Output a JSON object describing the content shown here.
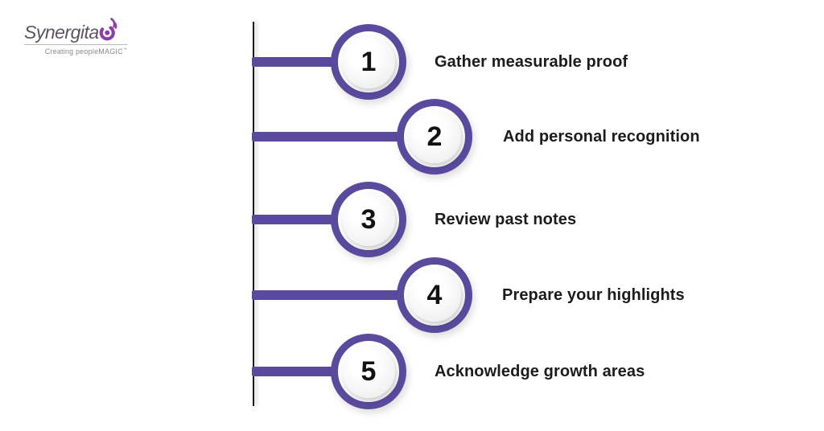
{
  "logo": {
    "brand": "Synergita",
    "tagline": "Creating peopleMAGIC",
    "trademark": "™",
    "icon": "swirl-flame-icon"
  },
  "colors": {
    "accent": "#5a4a9e",
    "spine": "#1b1b1b",
    "label_text": "#1c1c1c",
    "logo_purple": "#8b3fa8"
  },
  "steps": [
    {
      "number": "1",
      "label": "Gather measurable proof"
    },
    {
      "number": "2",
      "label": "Add personal recognition"
    },
    {
      "number": "3",
      "label": "Review past notes"
    },
    {
      "number": "4",
      "label": "Prepare your highlights"
    },
    {
      "number": "5",
      "label": "Acknowledge growth areas"
    }
  ]
}
